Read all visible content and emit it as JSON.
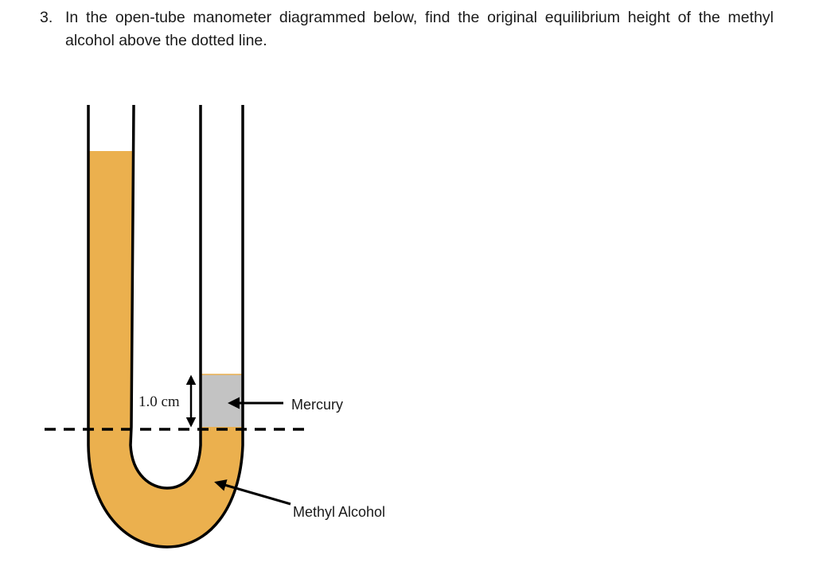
{
  "question": {
    "number": "3.",
    "text": "In the open-tube manometer diagrammed below, find the original equilibrium height of the methyl alcohol above the dotted line."
  },
  "diagram": {
    "measurement_label": "1.0 cm",
    "labels": {
      "mercury": "Mercury",
      "methyl_alcohol": "Methyl Alcohol"
    },
    "colors": {
      "methyl_alcohol": "#EBB04E",
      "mercury": "#C3C3C3",
      "tube_outline": "#000000"
    }
  }
}
